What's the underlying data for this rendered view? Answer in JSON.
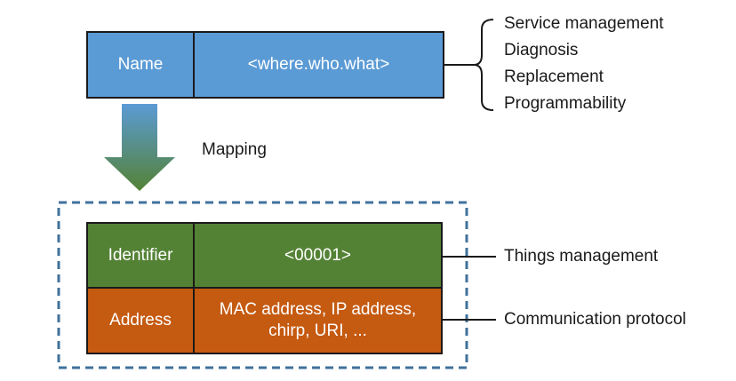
{
  "name_row": {
    "label": "Name",
    "value": "<where.who.what>"
  },
  "name_functions": [
    "Service management",
    "Diagnosis",
    "Replacement",
    "Programmability"
  ],
  "mapping_label": "Mapping",
  "identifier_row": {
    "label": "Identifier",
    "value": "<00001>",
    "annotation": "Things management"
  },
  "address_row": {
    "label": "Address",
    "value_line1": "MAC address, IP address,",
    "value_line2": "chirp, URI, ...",
    "annotation": "Communication protocol"
  },
  "colors": {
    "name_blue": "#5b9bd5",
    "identifier_green": "#548235",
    "address_orange": "#c55a11",
    "dashed_border": "#41719c"
  }
}
